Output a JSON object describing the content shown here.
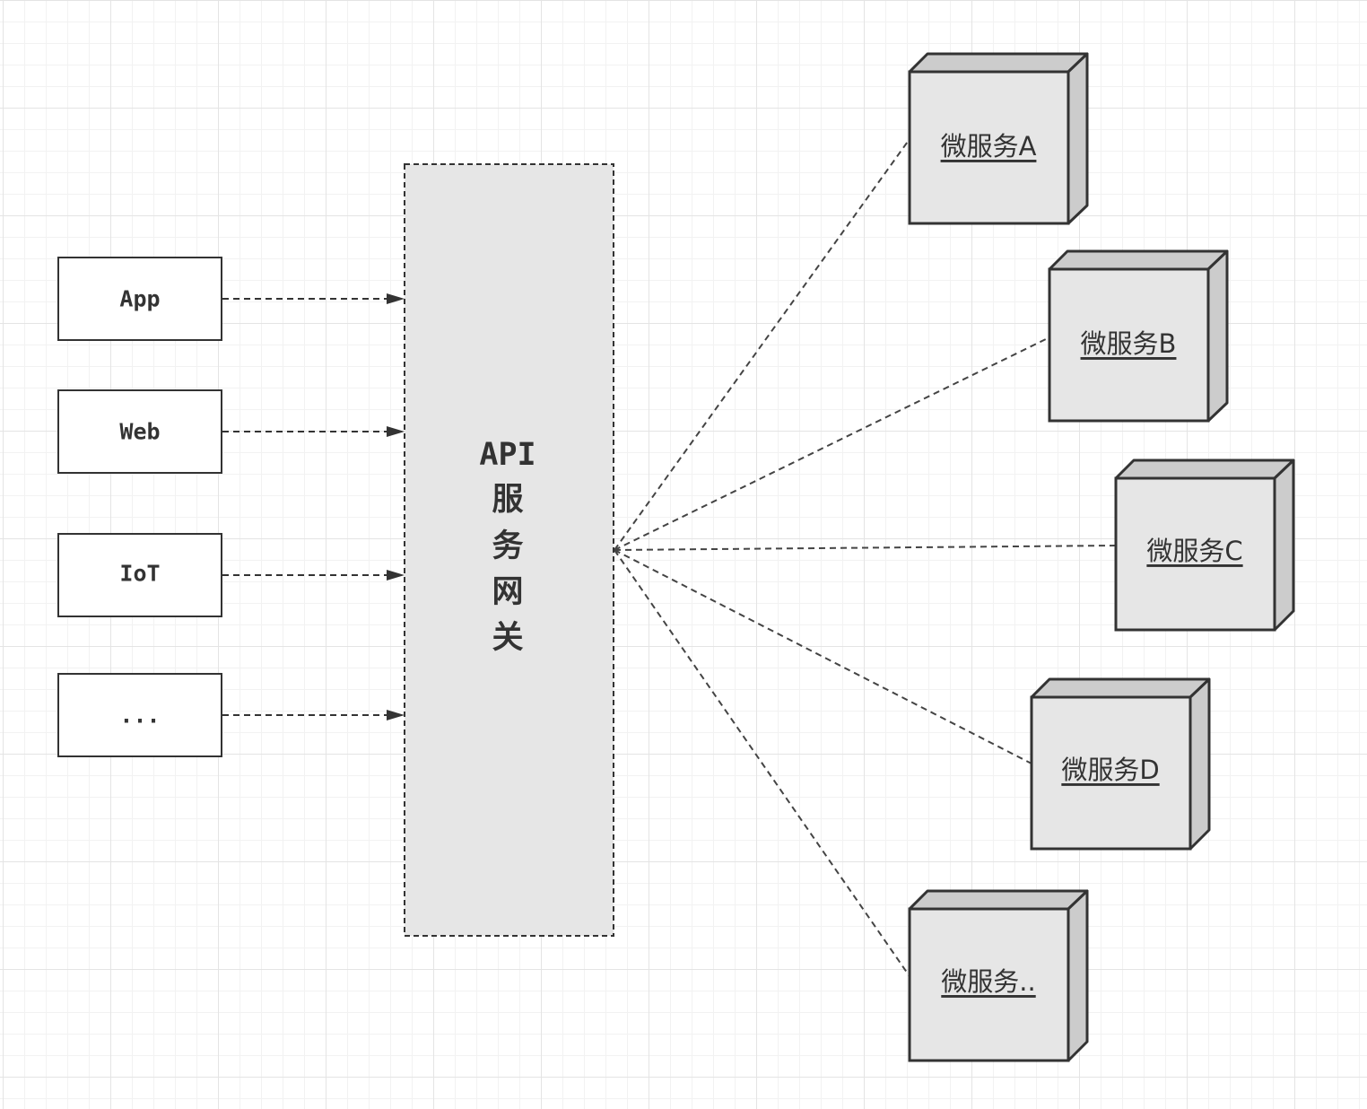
{
  "clients": [
    {
      "label": "App"
    },
    {
      "label": "Web"
    },
    {
      "label": "IoT"
    },
    {
      "label": "..."
    }
  ],
  "gateway": {
    "label_lines": [
      "API",
      "服",
      "务",
      "网",
      "关"
    ]
  },
  "services": [
    {
      "label": "微服务A"
    },
    {
      "label": "微服务B"
    },
    {
      "label": "微服务C"
    },
    {
      "label": "微服务D"
    },
    {
      "label": "微服务.."
    }
  ],
  "colors": {
    "stroke": "#333333",
    "dashed_line": "#444444",
    "gateway_fill": "#e6e6e6",
    "service_front": "#e6e6e6",
    "service_side": "#cccccc",
    "client_fill": "#ffffff"
  }
}
